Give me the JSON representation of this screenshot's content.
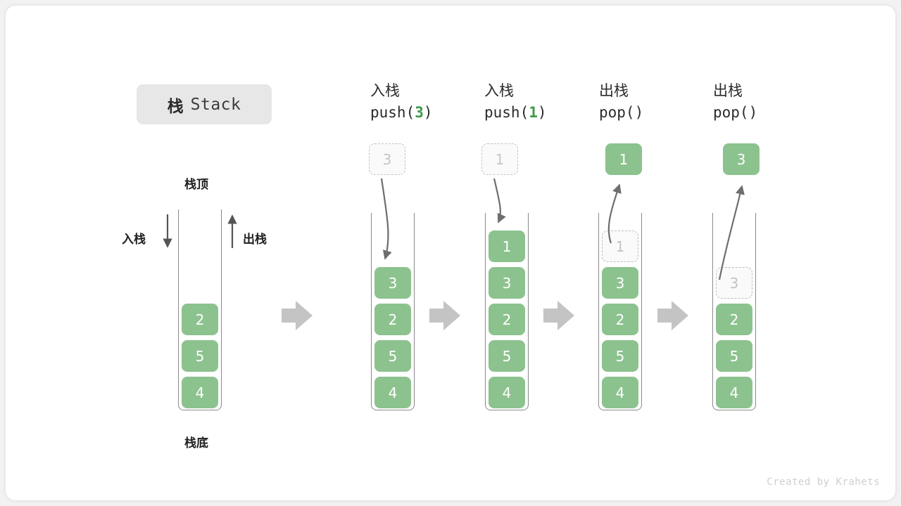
{
  "title": {
    "cn": "栈",
    "en": "Stack"
  },
  "labels": {
    "top": "栈顶",
    "bottom": "栈底",
    "push": "入栈",
    "pop": "出栈"
  },
  "footer": "Created by Krahets",
  "colors": {
    "element": "#8cc28e",
    "element_text": "#ffffff",
    "ghost_border": "#bdbdbd",
    "ghost_text": "#c3c3c3",
    "arrow": "#6e6e6e",
    "transition_arrow": "#c4c4c4",
    "accent_arg": "#3f9a4a",
    "chip_bg": "#e7e7e7"
  },
  "steps": [
    {
      "id": "initial",
      "op_cn": "",
      "op_code": "",
      "stack": [
        "2",
        "5",
        "4"
      ],
      "ghost_top": null,
      "floating": null
    },
    {
      "id": "push-3",
      "op_cn": "入栈",
      "op_code_prefix": "push(",
      "op_code_arg": "3",
      "op_code_suffix": ")",
      "stack": [
        "3",
        "2",
        "5",
        "4"
      ],
      "ghost_top": null,
      "floating": {
        "kind": "incoming",
        "value": "3"
      }
    },
    {
      "id": "push-1",
      "op_cn": "入栈",
      "op_code_prefix": "push(",
      "op_code_arg": "1",
      "op_code_suffix": ")",
      "stack": [
        "1",
        "3",
        "2",
        "5",
        "4"
      ],
      "ghost_top": null,
      "floating": {
        "kind": "incoming",
        "value": "1"
      }
    },
    {
      "id": "pop-1",
      "op_cn": "出栈",
      "op_code_prefix": "pop(",
      "op_code_arg": "",
      "op_code_suffix": ")",
      "stack": [
        "3",
        "2",
        "5",
        "4"
      ],
      "ghost_top": "1",
      "floating": {
        "kind": "popped",
        "value": "1"
      }
    },
    {
      "id": "pop-3",
      "op_cn": "出栈",
      "op_code_prefix": "pop(",
      "op_code_arg": "",
      "op_code_suffix": ")",
      "stack": [
        "2",
        "5",
        "4"
      ],
      "ghost_top": "3",
      "floating": {
        "kind": "popped",
        "value": "3"
      }
    }
  ]
}
